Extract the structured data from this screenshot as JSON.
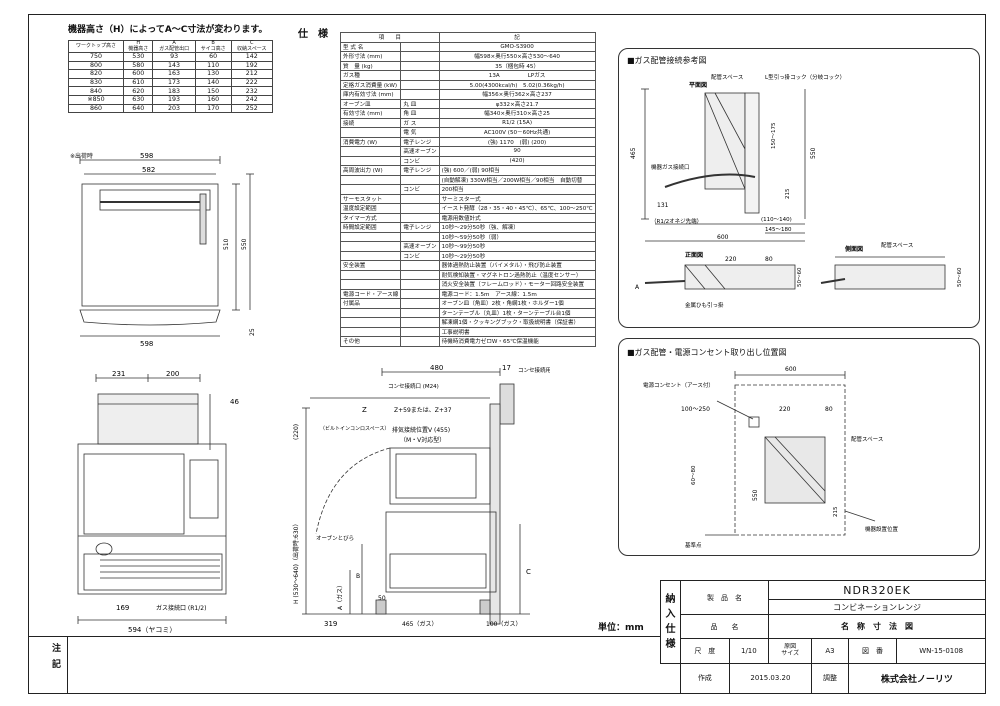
{
  "height_table": {
    "title": "機器高さ（H）によってA～C寸法が変わります。",
    "headers": [
      "ワークトップ高さ",
      "H\n機器高さ",
      "A\nガス配管出口",
      "B\nサイコ高さ",
      "C\n収納スペース"
    ],
    "rows": [
      [
        "750",
        "530",
        "93",
        "60",
        "142"
      ],
      [
        "800",
        "580",
        "143",
        "110",
        "192"
      ],
      [
        "820",
        "600",
        "163",
        "130",
        "212"
      ],
      [
        "830",
        "610",
        "173",
        "140",
        "222"
      ],
      [
        "840",
        "620",
        "183",
        "150",
        "232"
      ],
      [
        "※850",
        "630",
        "193",
        "160",
        "242"
      ],
      [
        "860",
        "640",
        "203",
        "170",
        "252"
      ]
    ],
    "note": "※出荷時"
  },
  "spec": {
    "title": "仕　様",
    "col_item": "項　　目",
    "col_value": "記",
    "rows": [
      {
        "a": "型 式 名",
        "b": "",
        "v": "GMO-S3900"
      },
      {
        "a": "外形寸法 (mm)",
        "b": "",
        "v": "幅598×奥行550×高さ530～640"
      },
      {
        "a": "質　量 (kg)",
        "b": "",
        "v": "35（梱包時 45）"
      },
      {
        "a": "ガス種",
        "b": "",
        "v": "13A　　　　　LPガス"
      },
      {
        "a": "定格ガス消費量 (kW)",
        "b": "",
        "v": "5.00(4300kcal/h)　5.02(0.36kg/h)"
      },
      {
        "a": "庫内有効寸法 (mm)",
        "b": "",
        "v": "幅356×奥行362×高さ237"
      },
      {
        "a": "オーブン皿",
        "b": "丸 皿",
        "v": "φ332×高さ21.7"
      },
      {
        "a": "有効寸法 (mm)",
        "b": "角 皿",
        "v": "幅340×奥行310×高さ25"
      },
      {
        "a": "接続",
        "b": "ガ ス",
        "v": "R1/2 (15A)"
      },
      {
        "a": "",
        "b": "電 気",
        "v": "AC100V (50－60Hz共通)"
      },
      {
        "a": "消費電力 (W)",
        "b": "電子レンジ",
        "v": "(強) 1170　(弱) (200)"
      },
      {
        "a": "",
        "b": "高速オーブン",
        "v": "90"
      },
      {
        "a": "",
        "b": "コンビ",
        "v": "(420)"
      },
      {
        "a": "高周波出力 (W)",
        "b": "電子レンジ",
        "v": "(強) 600／(弱) 90相当"
      },
      {
        "a": "",
        "b": "",
        "v": "(自動解凍) 330W相当／200W相当／90相当　自動切替"
      },
      {
        "a": "",
        "b": "コンビ",
        "v": "200相当"
      },
      {
        "a": "サーモスタット",
        "b": "",
        "v": "サーミスター式"
      },
      {
        "a": "温度設定範囲",
        "b": "",
        "v": "イースト発酵（28・35・40・45℃）、65℃、100～250℃"
      },
      {
        "a": "タイマー方式",
        "b": "",
        "v": "電源用数値計式"
      },
      {
        "a": "時間設定範囲",
        "b": "電子レンジ",
        "v": "10秒～29分50秒（強、解凍）"
      },
      {
        "a": "",
        "b": "",
        "v": "10秒～59分50秒（弱）"
      },
      {
        "a": "",
        "b": "高速オーブン",
        "v": "10秒～99分50秒"
      },
      {
        "a": "",
        "b": "コンビ",
        "v": "10秒～29分50秒"
      },
      {
        "a": "安全装置",
        "b": "",
        "v": "器体過熱防止装置（バイメタル）・飛び防止装置"
      },
      {
        "a": "",
        "b": "",
        "v": "耐気検知装置・マグネトロン過熱防止（温度センサー）"
      },
      {
        "a": "",
        "b": "",
        "v": "消火安全装置（フレームロッド）・モーター回路安全装置"
      },
      {
        "a": "電源コード・アース線",
        "b": "",
        "v": "電源コード：1.5m　アース線：1.5m"
      },
      {
        "a": "付属品",
        "b": "",
        "v": "オーブン皿（角皿）2枚・角網1枚・ホルダー1個"
      },
      {
        "a": "",
        "b": "",
        "v": "ターンテーブル（丸皿）1枚・ターンテーブル台1個"
      },
      {
        "a": "",
        "b": "",
        "v": "解凍網1個・クッキングブック・取扱説明書（保証書）"
      },
      {
        "a": "",
        "b": "",
        "v": "工事説明書"
      },
      {
        "a": "その他",
        "b": "",
        "v": "待機時消費電力ゼロW・65℃保温機能"
      }
    ]
  },
  "gas_panel": {
    "title": "■ガス配管接続参考図",
    "plan": "平面図",
    "front": "正面図",
    "side": "側面図",
    "lbl_space": "配管スペース",
    "lbl_cock": "L型引っ掛コック（分岐コック）",
    "lbl_inlet": "機器ガス接続口",
    "lbl_thread": "（R1/2オネジ先端）",
    "lbl_band": "金属ひも引っ掛",
    "d465": "465",
    "d550": "550",
    "d150_175": "150～175",
    "d215": "215",
    "d131": "131",
    "d110_140": "(110～140)",
    "d145_180": "145～180",
    "d600": "600",
    "d220": "220",
    "d80": "80",
    "d50_60": "50～60",
    "d_a": "A"
  },
  "outlet_panel": {
    "title": "■ガス配管・電源コンセント取り出し位置図",
    "lbl_outlet": "電源コンセント（アース付）",
    "lbl_space": "配管スペース",
    "lbl_base": "基準点",
    "lbl_spot": "機器設置位置",
    "d600": "600",
    "d100_250": "100～250",
    "d220": "220",
    "d80": "80",
    "d60_80": "60～80",
    "d550": "550",
    "d215": "215"
  },
  "front_view": {
    "d598a": "598",
    "d582": "582",
    "d510": "510",
    "d550": "550",
    "d25": "25",
    "d598b": "598",
    "d231": "231",
    "d200": "200",
    "d46": "46",
    "d169": "169",
    "gas_lbl": "ガス接続口 (R1/2)",
    "d594": "594（ヤコミ）"
  },
  "side_view": {
    "d480": "480",
    "d17": "17",
    "lbl_code": "コンセ接続口 (M24)",
    "lbl_flex": "コンセ接続用フレキ管",
    "z": "Z",
    "z59": "Z+59または、Z+37",
    "lbl_exhaust": "排気接続位置V (455)",
    "lbl_type": "（M・V対応型）",
    "lbl_builtin": "（ビルトインコンロスペース）",
    "d220": "(220)",
    "h": "H (530～640)（出荷時:630）",
    "lbl_open": "オーブンとびら",
    "a": "A（ガス）",
    "b": "B",
    "c": "C",
    "d50": "50",
    "d319": "319",
    "d100": "100（ガス）",
    "d465": "465（ガス）"
  },
  "title_block": {
    "unit": "単位：mm",
    "note_label": "注\n\n記",
    "v1": "納\n入\n仕\n様",
    "product_label": "製　品　名",
    "model": "NDR320EK",
    "product": "コンビネーションレンジ",
    "name_label": "品　　名",
    "name": "名　称　寸　法　図",
    "scale_label": "尺　度",
    "scale": "1/10",
    "size_label": "原図\nサイズ",
    "size": "A3",
    "drawno_label": "図　番",
    "drawno": "WN-15-0108",
    "made_label": "作成",
    "made": "2015.03.20",
    "check_label": "調整",
    "company": "株式会社ノーリツ"
  }
}
